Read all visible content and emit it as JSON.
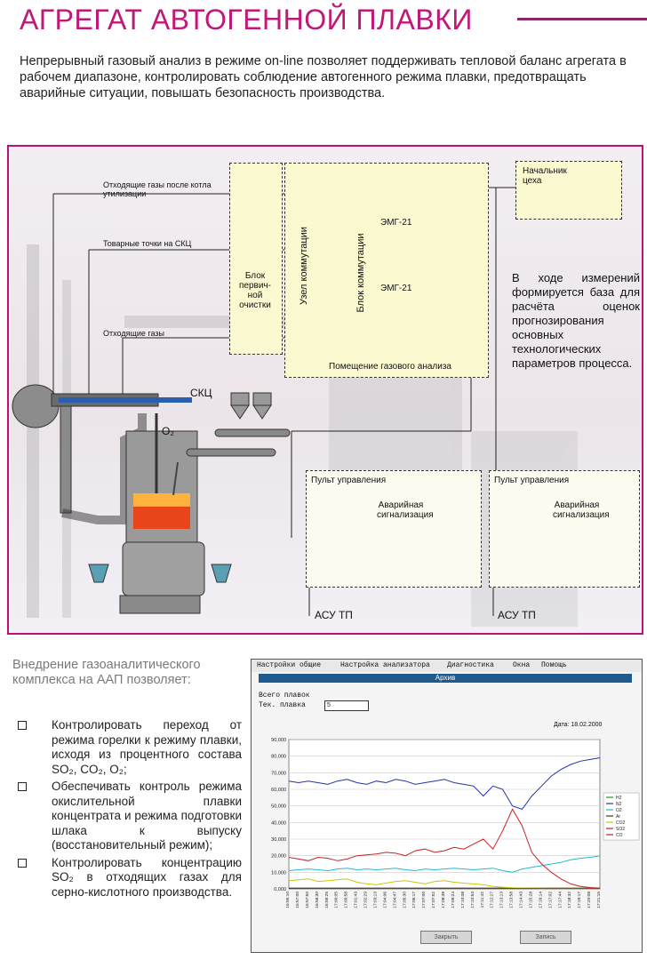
{
  "header": {
    "title": "АГРЕГАТ АВТОГЕННОЙ ПЛАВКИ",
    "intro": "Непрерывный газовый анализ в режиме on-line позволяет поддерживать тепловой баланс агрегата в рабочем диапазоне, контролировать соблюдение автогенного режима плавки, предотвращать аварийные ситуации, повышать безопасность производства."
  },
  "diagram": {
    "gas_lines": [
      "Отходящие газы после котла утилизации",
      "Товарные точки на СКЦ",
      "Отходящие газы"
    ],
    "primary_cleaning": "Блок первич- ной очистки",
    "switch_node": "Узел коммутации",
    "switch_block": "Блок коммутации",
    "analyzer_1": "ЭМГ-21",
    "analyzer_2": "ЭМГ-21",
    "gas_room": "Помещение газового анализа",
    "shop_head": "Начальник цеха",
    "skc": "СКЦ",
    "o2": "O₂",
    "side_note": "В ходе измерений формируется база для расчёта оценок прогнозирования основных технологических параметров процесса.",
    "control_panel_1": "Пульт управления",
    "alarm_1": "Аварийная сигнализация",
    "control_panel_2": "Пульт управления",
    "alarm_2": "Аварийная сигнализация",
    "asu_1": "АСУ ТП",
    "asu_2": "АСУ ТП"
  },
  "benefits": {
    "heading": "Внедрение газоаналитического комплекса на ААП позволяет:",
    "items": [
      "Контролировать переход от режима горелки к режиму плавки, исходя из процентного состава SO₂, CO₂, O₂;",
      "Обеспечивать контроль режима окислительной плавки концентрата и режима подготовки шлака к выпуску (восстановительный режим);",
      "Контролировать концентрацию SO₂ в отходящих газах для серно-кислотного производства."
    ]
  },
  "app_window": {
    "menu": [
      "Настройки общие",
      "Настройка анализатора",
      "Диагностика",
      "Окна",
      "Помощь"
    ],
    "title": "Архив",
    "label_all": "Всего плавок",
    "label_current": "Тек. плавка",
    "current_value": "5",
    "date": "Дата: 18.02.2000",
    "btn_close": "Закрыть",
    "btn_save": "Запись"
  },
  "chart_data": {
    "type": "line",
    "ylim": [
      0,
      90000
    ],
    "yticks": [
      "0,000",
      "10,000",
      "20,000",
      "30,000",
      "40,000",
      "50,000",
      "60,000",
      "70,000",
      "80,000",
      "90,000"
    ],
    "x": [
      "16:55:10",
      "16:57:00",
      "16:57:50",
      "16:58:30",
      "16:59:25",
      "17:00:05",
      "17:00:58",
      "17:01:43",
      "17:02:29",
      "17:03:13",
      "17:04:06",
      "17:04:47",
      "17:05:30",
      "17:06:17",
      "17:07:00",
      "17:07:52",
      "17:08:38",
      "17:09:24",
      "17:10:08",
      "17:10:53",
      "17:11:42",
      "17:12:27",
      "17:13:13",
      "17:13:58",
      "17:14:43",
      "17:15:28",
      "17:16:14",
      "17:17:02",
      "17:17:44",
      "17:18:32",
      "17:19:17",
      "17:20:08",
      "17:21:15"
    ],
    "series": [
      {
        "name": "H2",
        "color": "#2e8b2e",
        "values": [
          200,
          200,
          200,
          200,
          200,
          200,
          200,
          200,
          200,
          200,
          200,
          200,
          200,
          200,
          200,
          200,
          200,
          200,
          200,
          200,
          200,
          200,
          200,
          200,
          200,
          200,
          200,
          200,
          200,
          200,
          200,
          200,
          200
        ]
      },
      {
        "name": "N2",
        "color": "#2233aa",
        "values": [
          65000,
          64000,
          65000,
          64000,
          63000,
          65000,
          66000,
          64000,
          63000,
          65000,
          64000,
          66000,
          65000,
          63000,
          64000,
          65000,
          66000,
          64000,
          63000,
          62000,
          56000,
          62000,
          60000,
          50000,
          48000,
          56000,
          62000,
          68000,
          72000,
          75000,
          77000,
          78000,
          79000
        ]
      },
      {
        "name": "O2",
        "color": "#22bbcc",
        "values": [
          11000,
          11500,
          12000,
          11500,
          11000,
          12000,
          12500,
          11500,
          12000,
          11500,
          12000,
          12500,
          11500,
          11000,
          12000,
          11500,
          12000,
          12500,
          12000,
          11500,
          12000,
          12500,
          11000,
          10000,
          12000,
          13000,
          14000,
          15000,
          16000,
          17500,
          18500,
          19000,
          20000
        ]
      },
      {
        "name": "Ar",
        "color": "#333333",
        "values": [
          500,
          500,
          500,
          500,
          500,
          500,
          500,
          500,
          500,
          500,
          500,
          500,
          500,
          500,
          500,
          500,
          500,
          500,
          500,
          500,
          500,
          500,
          500,
          500,
          500,
          500,
          500,
          500,
          500,
          500,
          500,
          500,
          500
        ]
      },
      {
        "name": "CO2",
        "color": "#c8c800",
        "values": [
          5000,
          5500,
          6000,
          4500,
          5000,
          5500,
          6000,
          4000,
          3000,
          2500,
          3500,
          4500,
          5000,
          4000,
          3000,
          4500,
          5000,
          4000,
          3500,
          3000,
          2500,
          1500,
          1000,
          700,
          500,
          500,
          400,
          300,
          300,
          300,
          300,
          300,
          300
        ]
      },
      {
        "name": "SO2",
        "color": "#cc2222",
        "values": [
          19000,
          18000,
          17000,
          19000,
          18500,
          17000,
          18000,
          20000,
          20500,
          21000,
          22000,
          21500,
          20000,
          23000,
          24000,
          22000,
          23000,
          25000,
          24000,
          27000,
          30000,
          24000,
          35000,
          48000,
          38000,
          22000,
          15000,
          10000,
          6000,
          3000,
          1500,
          800,
          500
        ]
      },
      {
        "name": "CO",
        "color": "#a52a2a",
        "values": [
          200,
          200,
          200,
          200,
          200,
          200,
          200,
          200,
          200,
          200,
          200,
          200,
          200,
          200,
          200,
          200,
          200,
          200,
          200,
          200,
          200,
          200,
          200,
          200,
          200,
          200,
          200,
          200,
          200,
          200,
          200,
          200,
          200
        ]
      }
    ]
  }
}
